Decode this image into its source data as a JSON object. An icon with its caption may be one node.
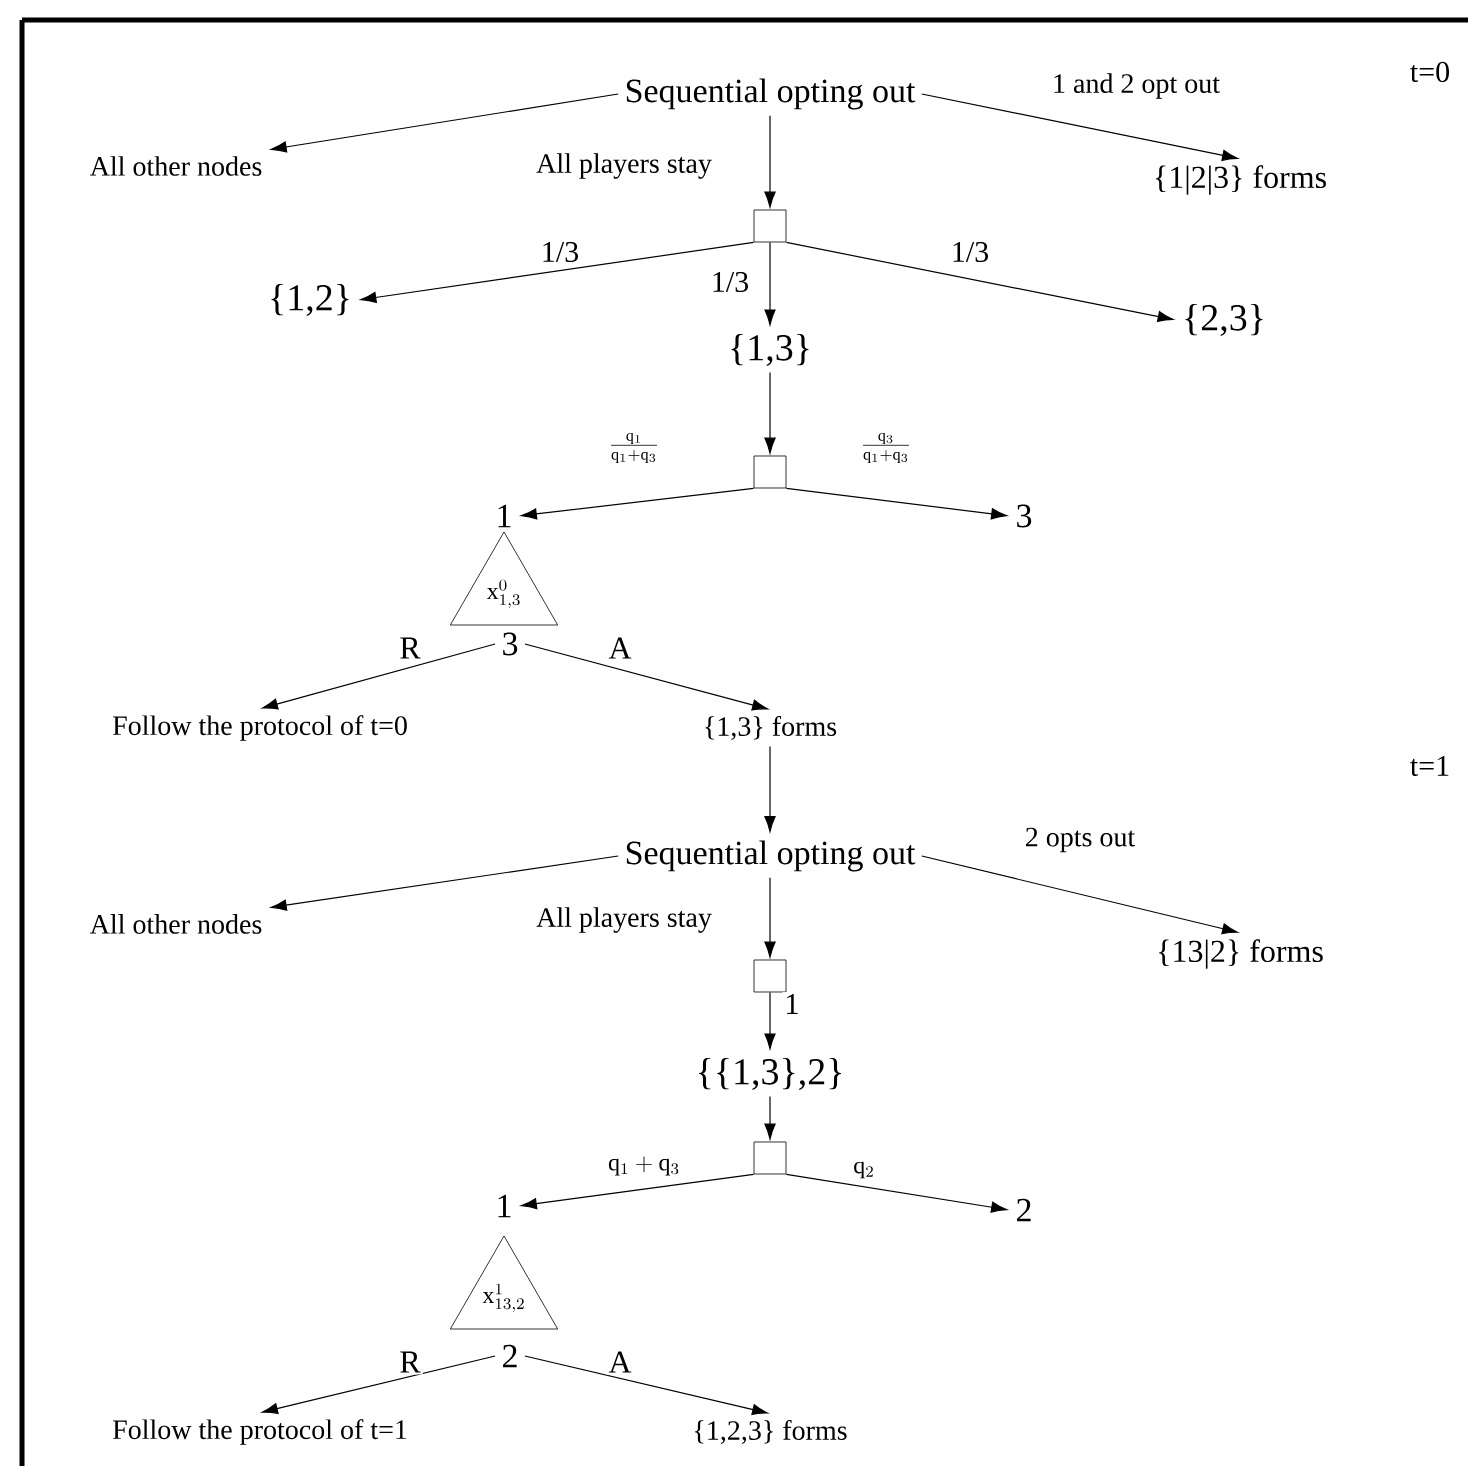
{
  "diagram": {
    "nodes": [
      {
        "text": [
          "Sequential opting out"
        ]
      },
      {
        "text": [
          "All other nodes"
        ]
      },
      {
        "text": [
          "{1|2|3} forms"
        ]
      },
      {
        "text": [],
        "shape": "box"
      },
      {
        "text": [
          "{1,2}"
        ]
      },
      {
        "text": [
          "{1,3}"
        ]
      },
      {
        "text": [
          "{2,3}"
        ]
      },
      {
        "text": [],
        "shape": "box"
      },
      {
        "text": [
          "1"
        ]
      },
      {
        "text": [
          "3"
        ]
      },
      {
        "text": [
          "\\mathrm{x}^{0}_{1,3}"
        ]
      },
      {
        "text": [
          "3"
        ]
      },
      {
        "text": [
          "Follow the protocol of t=0"
        ]
      },
      {
        "text": [
          "{1,3} forms"
        ]
      },
      {
        "text": [
          "Sequential opting out"
        ]
      },
      {
        "text": [
          "All other nodes"
        ]
      },
      {
        "text": [
          "{13|2} forms"
        ]
      },
      {
        "text": [],
        "shape": "box"
      },
      {
        "text": [
          "{{1,3},2}"
        ]
      },
      {
        "text": [],
        "shape": "box"
      },
      {
        "text": [
          "1"
        ]
      },
      {
        "text": [
          "2"
        ]
      },
      {
        "text": [
          "\\mathrm{x}^{1}_{13,2}"
        ]
      },
      {
        "text": [
          "2"
        ]
      },
      {
        "text": [
          "Follow the protocol of t=1"
        ]
      },
      {
        "text": [
          "{1,2,3} forms"
        ]
      }
    ],
    "edges": [
      {
        "from": 0,
        "to": 1,
        "arrow": "to"
      },
      {
        "from": 0,
        "to": 2,
        "arrow": "to",
        "label": "1 and 2 opt out"
      },
      {
        "from": 0,
        "to": 3,
        "arrow": "to",
        "label": "All players stay"
      },
      {
        "from": 3,
        "to": 4,
        "arrow": "to",
        "label": "1/3"
      },
      {
        "from": 3,
        "to": 5,
        "arrow": "to",
        "label": "1/3"
      },
      {
        "from": 3,
        "to": 6,
        "arrow": "to",
        "label": "1/3"
      },
      {
        "from": 5,
        "to": 7,
        "arrow": "to"
      },
      {
        "from": 7,
        "to": 8,
        "arrow": "to",
        "label": "\\frac{\\mathrm{q}_{1}}{\\mathrm{q}_{1}+\\mathrm{q}_{3}}"
      },
      {
        "from": 7,
        "to": 9,
        "arrow": "to",
        "label": "\\frac{\\mathrm{q}_{3}}{\\mathrm{q}_{1}+\\mathrm{q}_{3}}"
      },
      {
        "from": 11,
        "to": 12,
        "arrow": "to",
        "label": "R"
      },
      {
        "from": 11,
        "to": 13,
        "arrow": "to",
        "label": "A"
      },
      {
        "from": 13,
        "to": 14,
        "arrow": "to"
      },
      {
        "from": 14,
        "to": 15,
        "arrow": "to"
      },
      {
        "from": 14,
        "to": 16,
        "arrow": "to",
        "label": "2 opts out"
      },
      {
        "from": 14,
        "to": 17,
        "arrow": "to",
        "label": "All players stay"
      },
      {
        "from": 17,
        "to": 18,
        "arrow": "to",
        "label": "1"
      },
      {
        "from": 18,
        "to": 19,
        "arrow": "to"
      },
      {
        "from": 19,
        "to": 20,
        "arrow": "to",
        "label": "\\mathrm{q}_{1}+\\mathrm{q}_{3}"
      },
      {
        "from": 19,
        "to": 21,
        "arrow": "to",
        "label": "\\mathrm{q}_{2}"
      },
      {
        "from": 23,
        "to": 24,
        "arrow": "to",
        "label": "R"
      },
      {
        "from": 23,
        "to": 25,
        "arrow": "to",
        "label": "A"
      }
    ],
    "labels": [
      "t=0",
      "t=1"
    ]
  }
}
